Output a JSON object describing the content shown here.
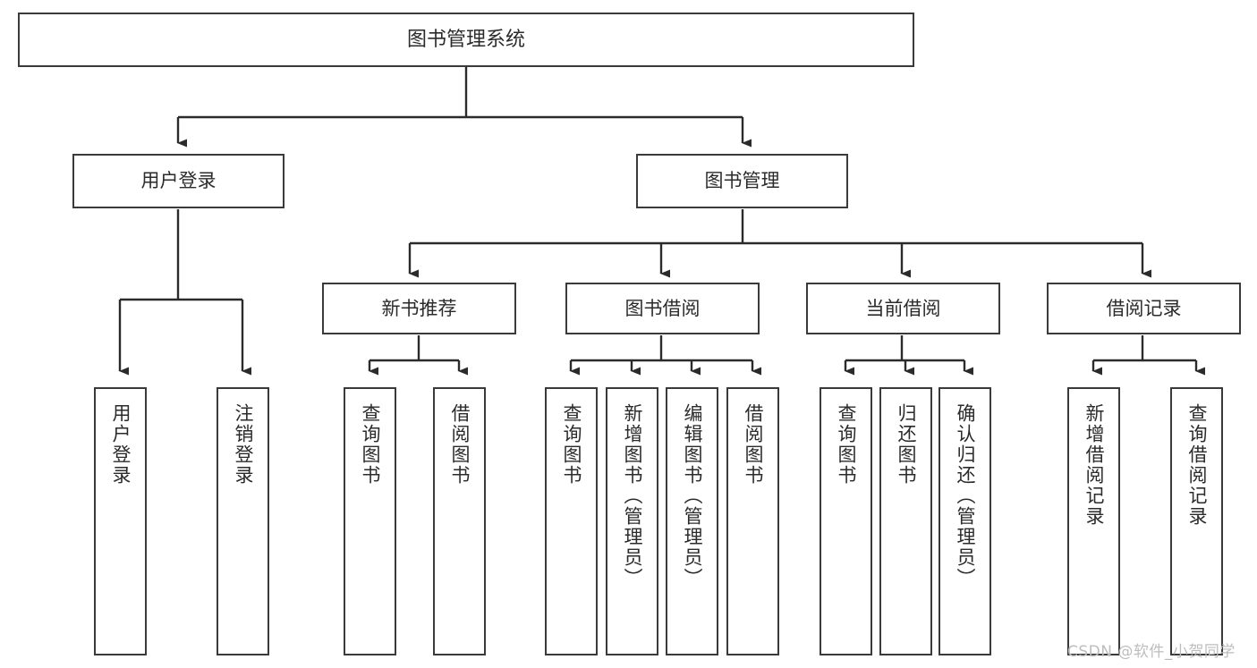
{
  "diagram": {
    "title": "图书管理系统",
    "type": "hierarchy-tree",
    "watermark": "CSDN @软件_小贺同学",
    "colors": {
      "box_border": "#3a3a3a",
      "box_fill": "#ffffff",
      "connector": "#2b2b2b",
      "text": "#2b2b2b",
      "watermark": "#bdbdbd",
      "background": "#ffffff"
    },
    "nodes": {
      "root": {
        "label": "图书管理系统",
        "level": 1
      },
      "level2": [
        {
          "id": "user-login",
          "label": "用户登录"
        },
        {
          "id": "book-management",
          "label": "图书管理"
        }
      ],
      "level3": [
        {
          "id": "new-book-recommend",
          "label": "新书推荐",
          "parent": "book-management"
        },
        {
          "id": "book-borrow",
          "label": "图书借阅",
          "parent": "book-management"
        },
        {
          "id": "current-borrow",
          "label": "当前借阅",
          "parent": "book-management"
        },
        {
          "id": "borrow-record",
          "label": "借阅记录",
          "parent": "book-management"
        }
      ],
      "leaves": {
        "user-login": [
          {
            "id": "leaf-user-login",
            "label": "用户登录"
          },
          {
            "id": "leaf-logout",
            "label": "注销登录"
          }
        ],
        "new-book-recommend": [
          {
            "id": "leaf-query-book-1",
            "label": "查询图书"
          },
          {
            "id": "leaf-borrow-book-1",
            "label": "借阅图书"
          }
        ],
        "book-borrow": [
          {
            "id": "leaf-query-book-2",
            "label": "查询图书"
          },
          {
            "id": "leaf-add-book",
            "label": "新增图书（管理员）"
          },
          {
            "id": "leaf-edit-book",
            "label": "编辑图书（管理员）"
          },
          {
            "id": "leaf-borrow-book-2",
            "label": "借阅图书"
          }
        ],
        "current-borrow": [
          {
            "id": "leaf-query-book-3",
            "label": "查询图书"
          },
          {
            "id": "leaf-return-book",
            "label": "归还图书"
          },
          {
            "id": "leaf-confirm-return",
            "label": "确认归还（管理员）"
          }
        ],
        "borrow-record": [
          {
            "id": "leaf-add-record",
            "label": "新增借阅记录"
          },
          {
            "id": "leaf-query-record",
            "label": "查询借阅记录"
          }
        ]
      }
    }
  }
}
